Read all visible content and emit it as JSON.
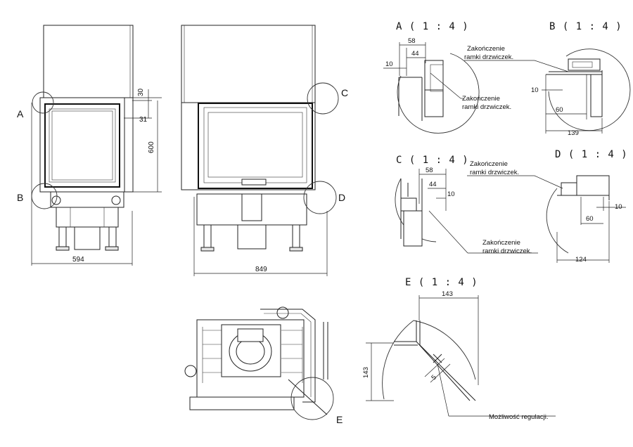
{
  "details": {
    "A": "A ( 1 : 4 )",
    "B": "B ( 1 : 4 )",
    "C": "C ( 1 : 4 )",
    "D": "D ( 1 : 4 )",
    "E": "E ( 1 : 4 )"
  },
  "callouts": {
    "A": "A",
    "B": "B",
    "C": "C",
    "D": "D",
    "E": "E"
  },
  "dimensions": {
    "front_30": "30",
    "front_31": "31",
    "front_600": "600",
    "front_594": "594",
    "side_849": "849",
    "a_58": "58",
    "a_44": "44",
    "a_10": "10",
    "b_10": "10",
    "b_60": "60",
    "b_139": "139",
    "c_58": "58",
    "c_44": "44",
    "c_10": "10",
    "d_10": "10",
    "d_60": "60",
    "d_124": "124",
    "e_143_top": "143",
    "e_143_left": "143",
    "e_5": "5"
  },
  "notes": {
    "frame_end_line1": "Zakończenie",
    "frame_end_line2": "ramki drzwiczek.",
    "adjust": "Możliwość regulacji."
  }
}
